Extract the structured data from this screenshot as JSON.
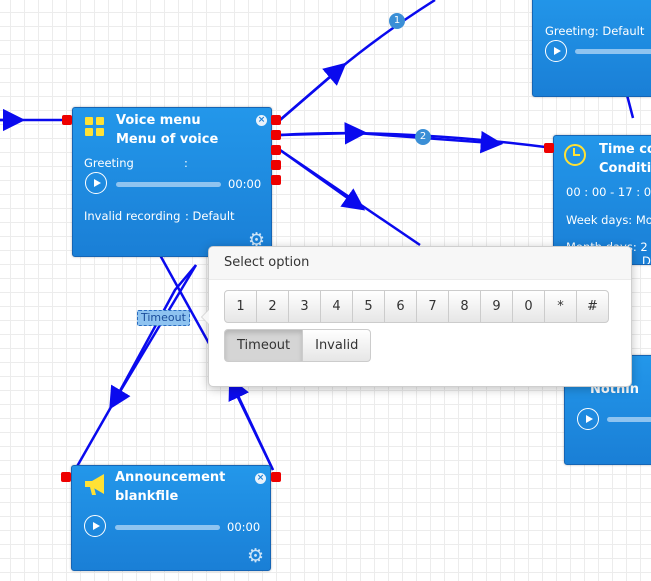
{
  "canvas": {
    "wire_color": "#0a0aee",
    "port_color": "#ee0000",
    "node_color": "#1e88e5",
    "badges": [
      "1",
      "2"
    ],
    "wire_label": "Timeout"
  },
  "voice_menu": {
    "icon": "grid-icon",
    "title": "Voice menu",
    "subtitle": "Menu of voice",
    "greeting_label": "Greeting",
    "greeting_sep": ":",
    "time": "00:00",
    "invalid_label": "Invalid recording",
    "invalid_value": ": Default"
  },
  "greeting_node": {
    "greeting_text": "Greeting: Default"
  },
  "time_condition": {
    "icon": "clock-icon",
    "title": "Time co",
    "subtitle": "Conditio",
    "time_range": "00 : 00 - 17 : 0",
    "week_days": "Week days: Mo",
    "month_days": "Month days: 2",
    "partial": "De"
  },
  "bottom_right_node": {
    "title": "ou",
    "subtitle": "Nothin"
  },
  "announcement": {
    "icon": "megaphone-icon",
    "title": "Announcement",
    "subtitle": "blankfile",
    "time": "00:00"
  },
  "popup": {
    "title": "Select option",
    "keys": [
      "1",
      "2",
      "3",
      "4",
      "5",
      "6",
      "7",
      "8",
      "9",
      "0",
      "*",
      "#"
    ],
    "options": [
      "Timeout",
      "Invalid"
    ],
    "selected_option": "Timeout"
  }
}
